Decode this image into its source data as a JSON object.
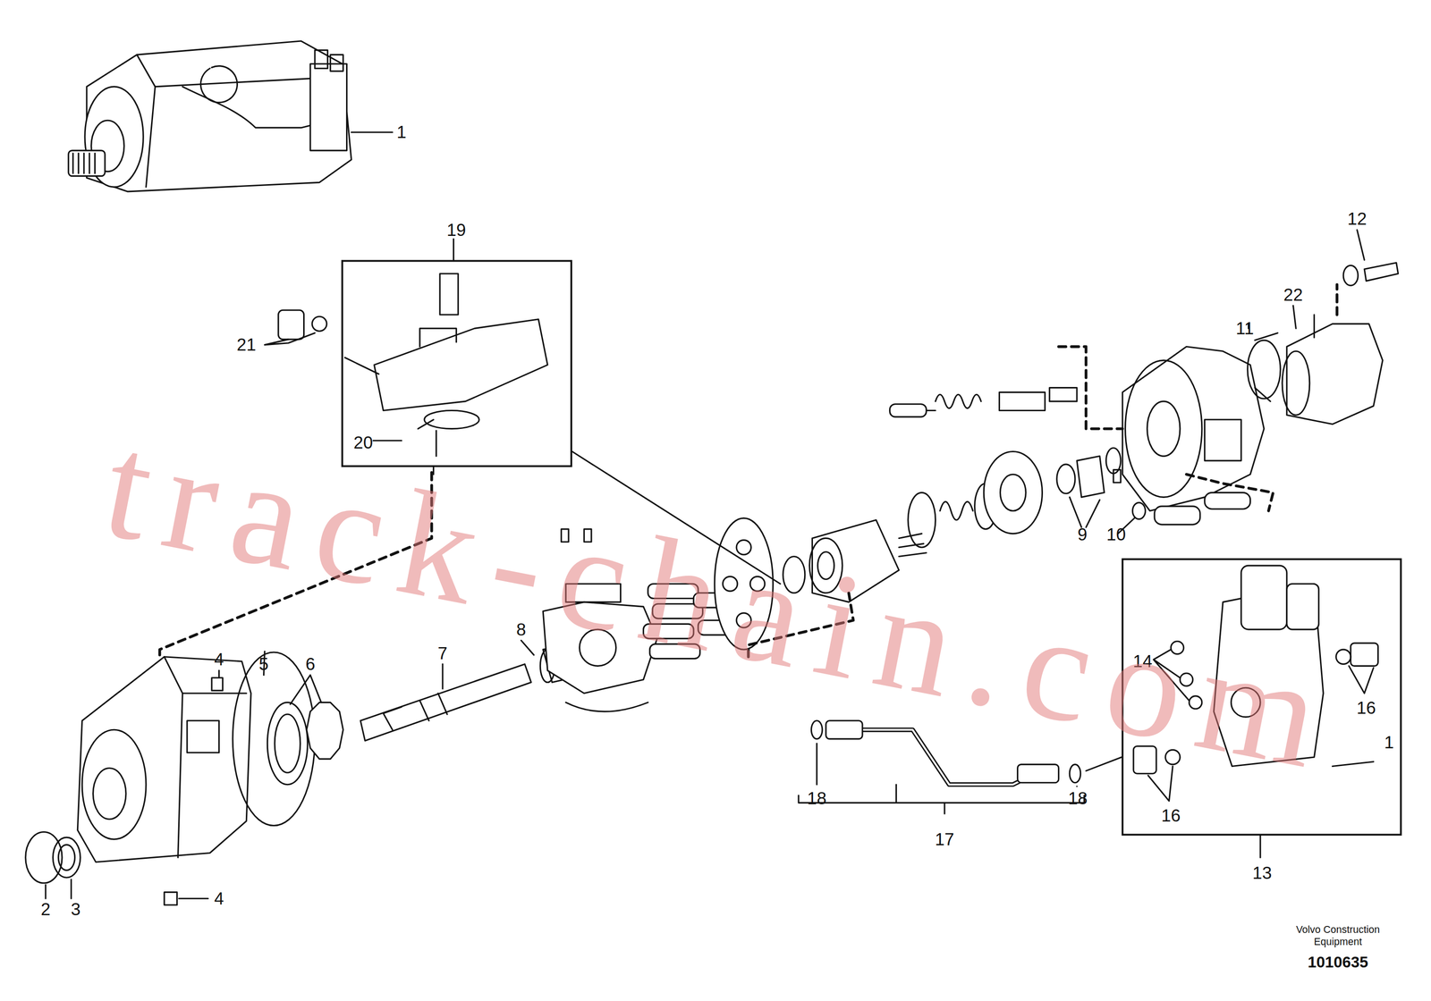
{
  "diagram": {
    "nodes": [
      {
        "text": [
          "19",
          "20"
        ]
      },
      {
        "text": [
          "13",
          "14",
          "16",
          "16",
          "1"
        ]
      }
    ],
    "labels": [
      "1",
      "12",
      "22",
      "11",
      "21",
      "9",
      "10",
      "4",
      "5",
      "6",
      "7",
      "8",
      "4",
      "18",
      "18",
      "17",
      "2",
      "3",
      "track-chain.com",
      "Volvo Construction Equipment",
      "1010635"
    ]
  }
}
